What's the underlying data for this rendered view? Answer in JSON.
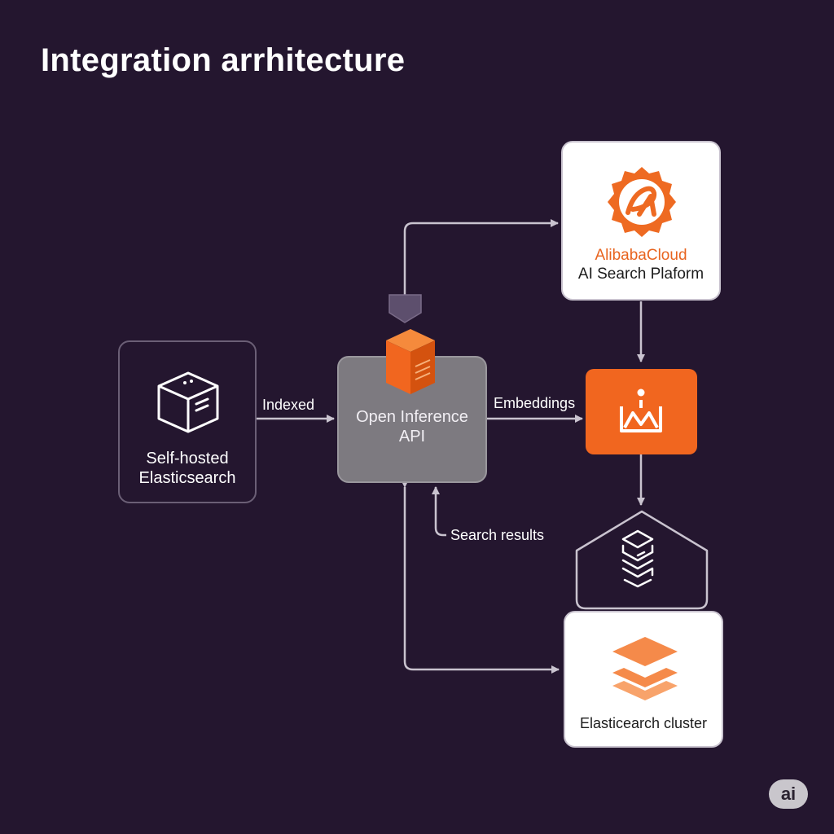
{
  "diagram": {
    "title": "Integration arrhitecture",
    "nodes": {
      "self_hosted": {
        "line1": "Self-hosted",
        "line2": "Elasticsearch",
        "icon": "server-box-icon"
      },
      "inference_api": {
        "line1": "Open Inference",
        "line2": "API",
        "icon": "stack-cube-icon"
      },
      "alibaba": {
        "line1": "AlibabaCloud",
        "line2": "AI Search Plaform",
        "icon": "alibaba-cloud-logo"
      },
      "embedding_service": {
        "icon": "embedding-model-icon"
      },
      "vector_store": {
        "icon": "layered-index-icon"
      },
      "es_cluster": {
        "line1": "Elasticearch cluster",
        "icon": "stacked-layers-icon"
      }
    },
    "edges": {
      "indexed": "Indexed",
      "embeddings": "Embeddings",
      "search_results": "Search results"
    },
    "badge": "ai"
  },
  "colors": {
    "background": "#24162f",
    "accent_orange": "#f1661f",
    "connector": "#c9c3cf",
    "inference_fill": "#7d7a80",
    "card_white": "#ffffff"
  }
}
